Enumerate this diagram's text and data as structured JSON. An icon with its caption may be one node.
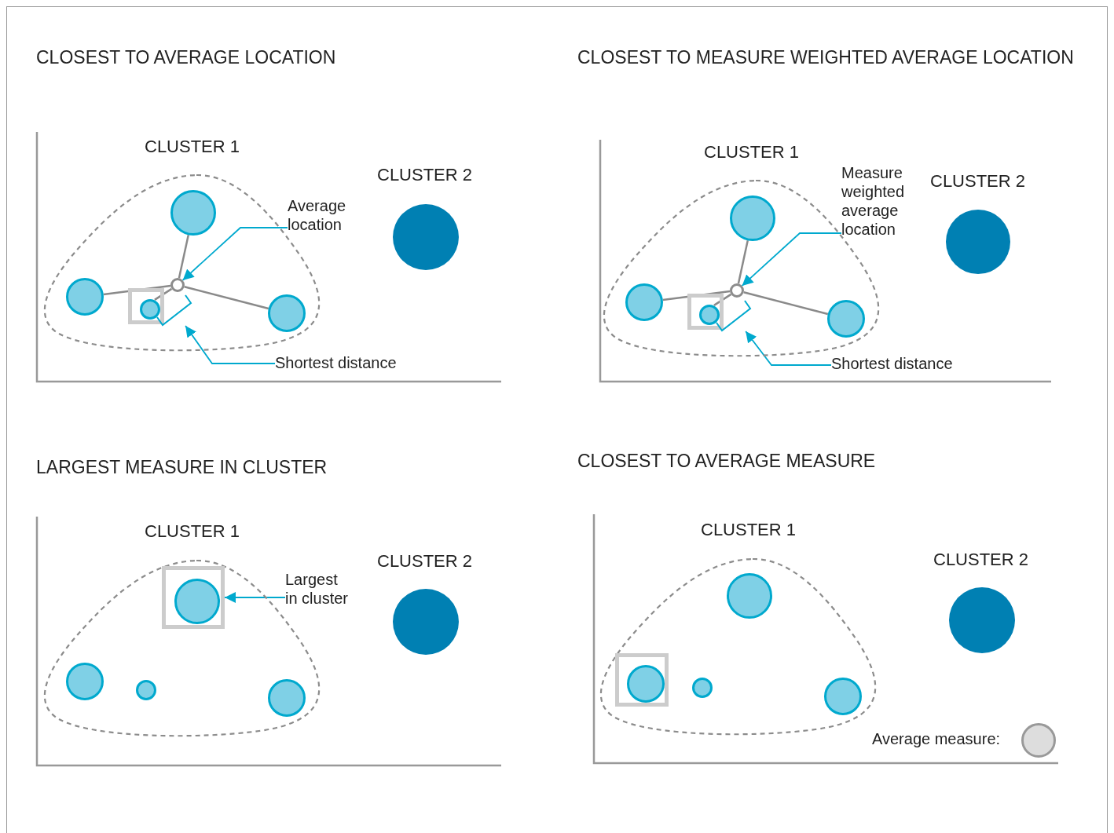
{
  "diagram": {
    "nodes": [
      {
        "text": [
          "CLUSTER 1"
        ]
      },
      {
        "text": [],
        "shape": "circle",
        "in": 0
      },
      {
        "text": [],
        "shape": "circle",
        "in": 0
      },
      {
        "text": [],
        "shape": "box",
        "in": 0
      },
      {
        "text": [],
        "shape": "circle",
        "in": 3
      },
      {
        "text": [],
        "shape": "circle",
        "in": 0
      },
      {
        "text": [],
        "shape": "circle",
        "in": 0
      },
      {
        "text": [
          "Average location"
        ]
      },
      {
        "text": [
          "Shortest distance"
        ]
      },
      {
        "text": [
          "CLUSTER 2"
        ]
      },
      {
        "text": [
          "CLUSTER 1"
        ]
      },
      {
        "text": [],
        "shape": "circle",
        "in": 10
      },
      {
        "text": [],
        "shape": "circle",
        "in": 10
      },
      {
        "text": [],
        "shape": "box",
        "in": 10
      },
      {
        "text": [],
        "shape": "circle",
        "in": 13
      },
      {
        "text": [],
        "shape": "circle",
        "in": 10
      },
      {
        "text": [],
        "shape": "circle",
        "in": 10
      },
      {
        "text": [
          "Measure weighted average location"
        ]
      },
      {
        "text": [
          "Shortest distance"
        ]
      },
      {
        "text": [
          "CLUSTER 2"
        ]
      },
      {
        "text": [
          "CLUSTER 1"
        ]
      },
      {
        "text": [],
        "shape": "box",
        "in": 20
      },
      {
        "text": [],
        "shape": "circle",
        "in": 21
      },
      {
        "text": [],
        "shape": "circle",
        "in": 20
      },
      {
        "text": [],
        "shape": "circle",
        "in": 20
      },
      {
        "text": [],
        "shape": "circle",
        "in": 20
      },
      {
        "text": [
          "Largest in cluster"
        ]
      },
      {
        "text": [
          "CLUSTER 2"
        ]
      },
      {
        "text": [
          "CLUSTER 1"
        ]
      },
      {
        "text": [],
        "shape": "circle",
        "in": 28
      },
      {
        "text": [],
        "shape": "box",
        "in": 28
      },
      {
        "text": [],
        "shape": "circle",
        "in": 30
      },
      {
        "text": [],
        "shape": "circle",
        "in": 28
      },
      {
        "text": [],
        "shape": "circle",
        "in": 28
      },
      {
        "text": [
          "CLUSTER 2"
        ]
      },
      {
        "text": [],
        "shape": "bracket",
        "in": 0
      },
      {
        "text": [],
        "shape": "bracket",
        "in": 10
      }
    ],
    "edges": [
      {
        "from": 6,
        "to": 1,
        "arrow": "none"
      },
      {
        "from": 6,
        "to": 2,
        "arrow": "none"
      },
      {
        "from": 6,
        "to": 4,
        "arrow": "none"
      },
      {
        "from": 6,
        "to": 5,
        "arrow": "none"
      },
      {
        "from": 7,
        "to": 6,
        "arrow": "to",
        "color": "#00a9ce"
      },
      {
        "from": 8,
        "to": 35,
        "arrow": "to",
        "color": "#00a9ce"
      },
      {
        "from": 16,
        "to": 11,
        "arrow": "none"
      },
      {
        "from": 16,
        "to": 12,
        "arrow": "none"
      },
      {
        "from": 16,
        "to": 14,
        "arrow": "none"
      },
      {
        "from": 16,
        "to": 15,
        "arrow": "none"
      },
      {
        "from": 17,
        "to": 16,
        "arrow": "to",
        "color": "#00a9ce"
      },
      {
        "from": 18,
        "to": 36,
        "arrow": "to",
        "color": "#00a9ce"
      },
      {
        "from": 26,
        "to": 21,
        "arrow": "to",
        "color": "#00a9ce"
      }
    ],
    "labels": [
      "CLOSEST TO AVERAGE LOCATION",
      "CLOSEST TO MEASURE WEIGHTED AVERAGE LOCATION",
      "LARGEST MEASURE IN CLUSTER",
      "CLOSEST TO AVERAGE MEASURE"
    ],
    "legend": [
      {
        "text": "Average measure:",
        "color": "#dddddd"
      }
    ]
  }
}
